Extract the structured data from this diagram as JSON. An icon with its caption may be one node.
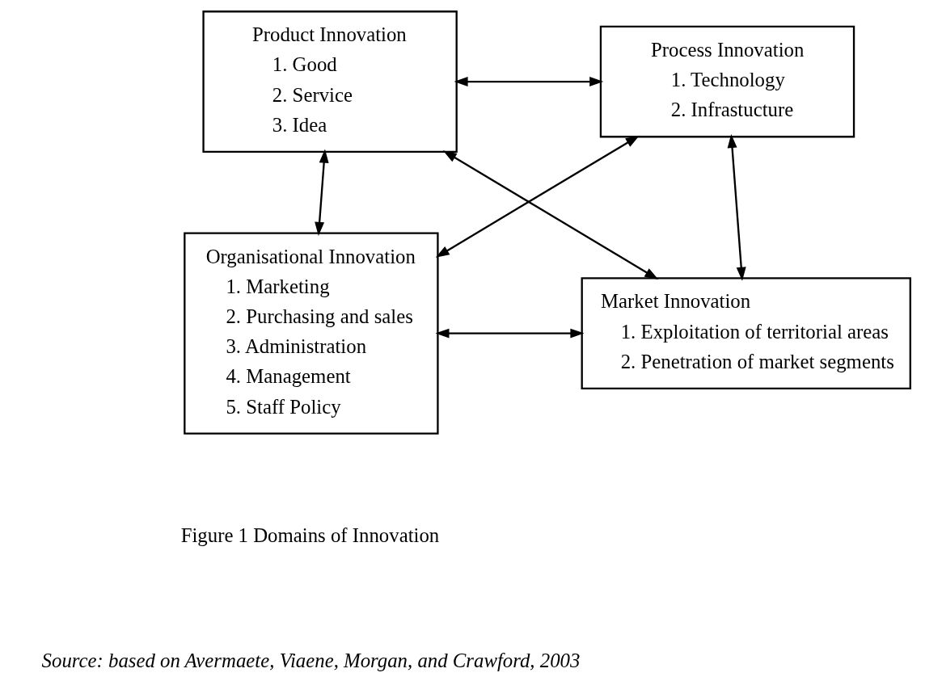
{
  "diagram": {
    "nodes": [
      {
        "text": [
          "Product Innovation",
          "1. Good",
          "2. Service",
          "3. Idea"
        ]
      },
      {
        "text": [
          "Process Innovation",
          "1. Technology",
          "2. Infrastucture"
        ]
      },
      {
        "text": [
          "Organisational Innovation",
          "1. Marketing",
          "2. Purchasing and sales",
          "3. Administration",
          "4. Management",
          "5. Staff Policy"
        ]
      },
      {
        "text": [
          "Market Innovation",
          "1. Exploitation of territorial areas",
          "2. Penetration of market segments"
        ]
      }
    ],
    "edges": [
      {
        "from": 0,
        "to": 1,
        "arrow": "both"
      },
      {
        "from": 0,
        "to": 3,
        "arrow": "both"
      },
      {
        "from": 1,
        "to": 2,
        "arrow": "both"
      },
      {
        "from": 0,
        "to": 2,
        "arrow": "both"
      },
      {
        "from": 1,
        "to": 3,
        "arrow": "both"
      },
      {
        "from": 2,
        "to": 3,
        "arrow": "both"
      }
    ],
    "labels": [
      "Figure 1 Domains of Innovation",
      "Source: based on Avermaete, Viaene, Morgan, and Crawford, 2003"
    ]
  }
}
